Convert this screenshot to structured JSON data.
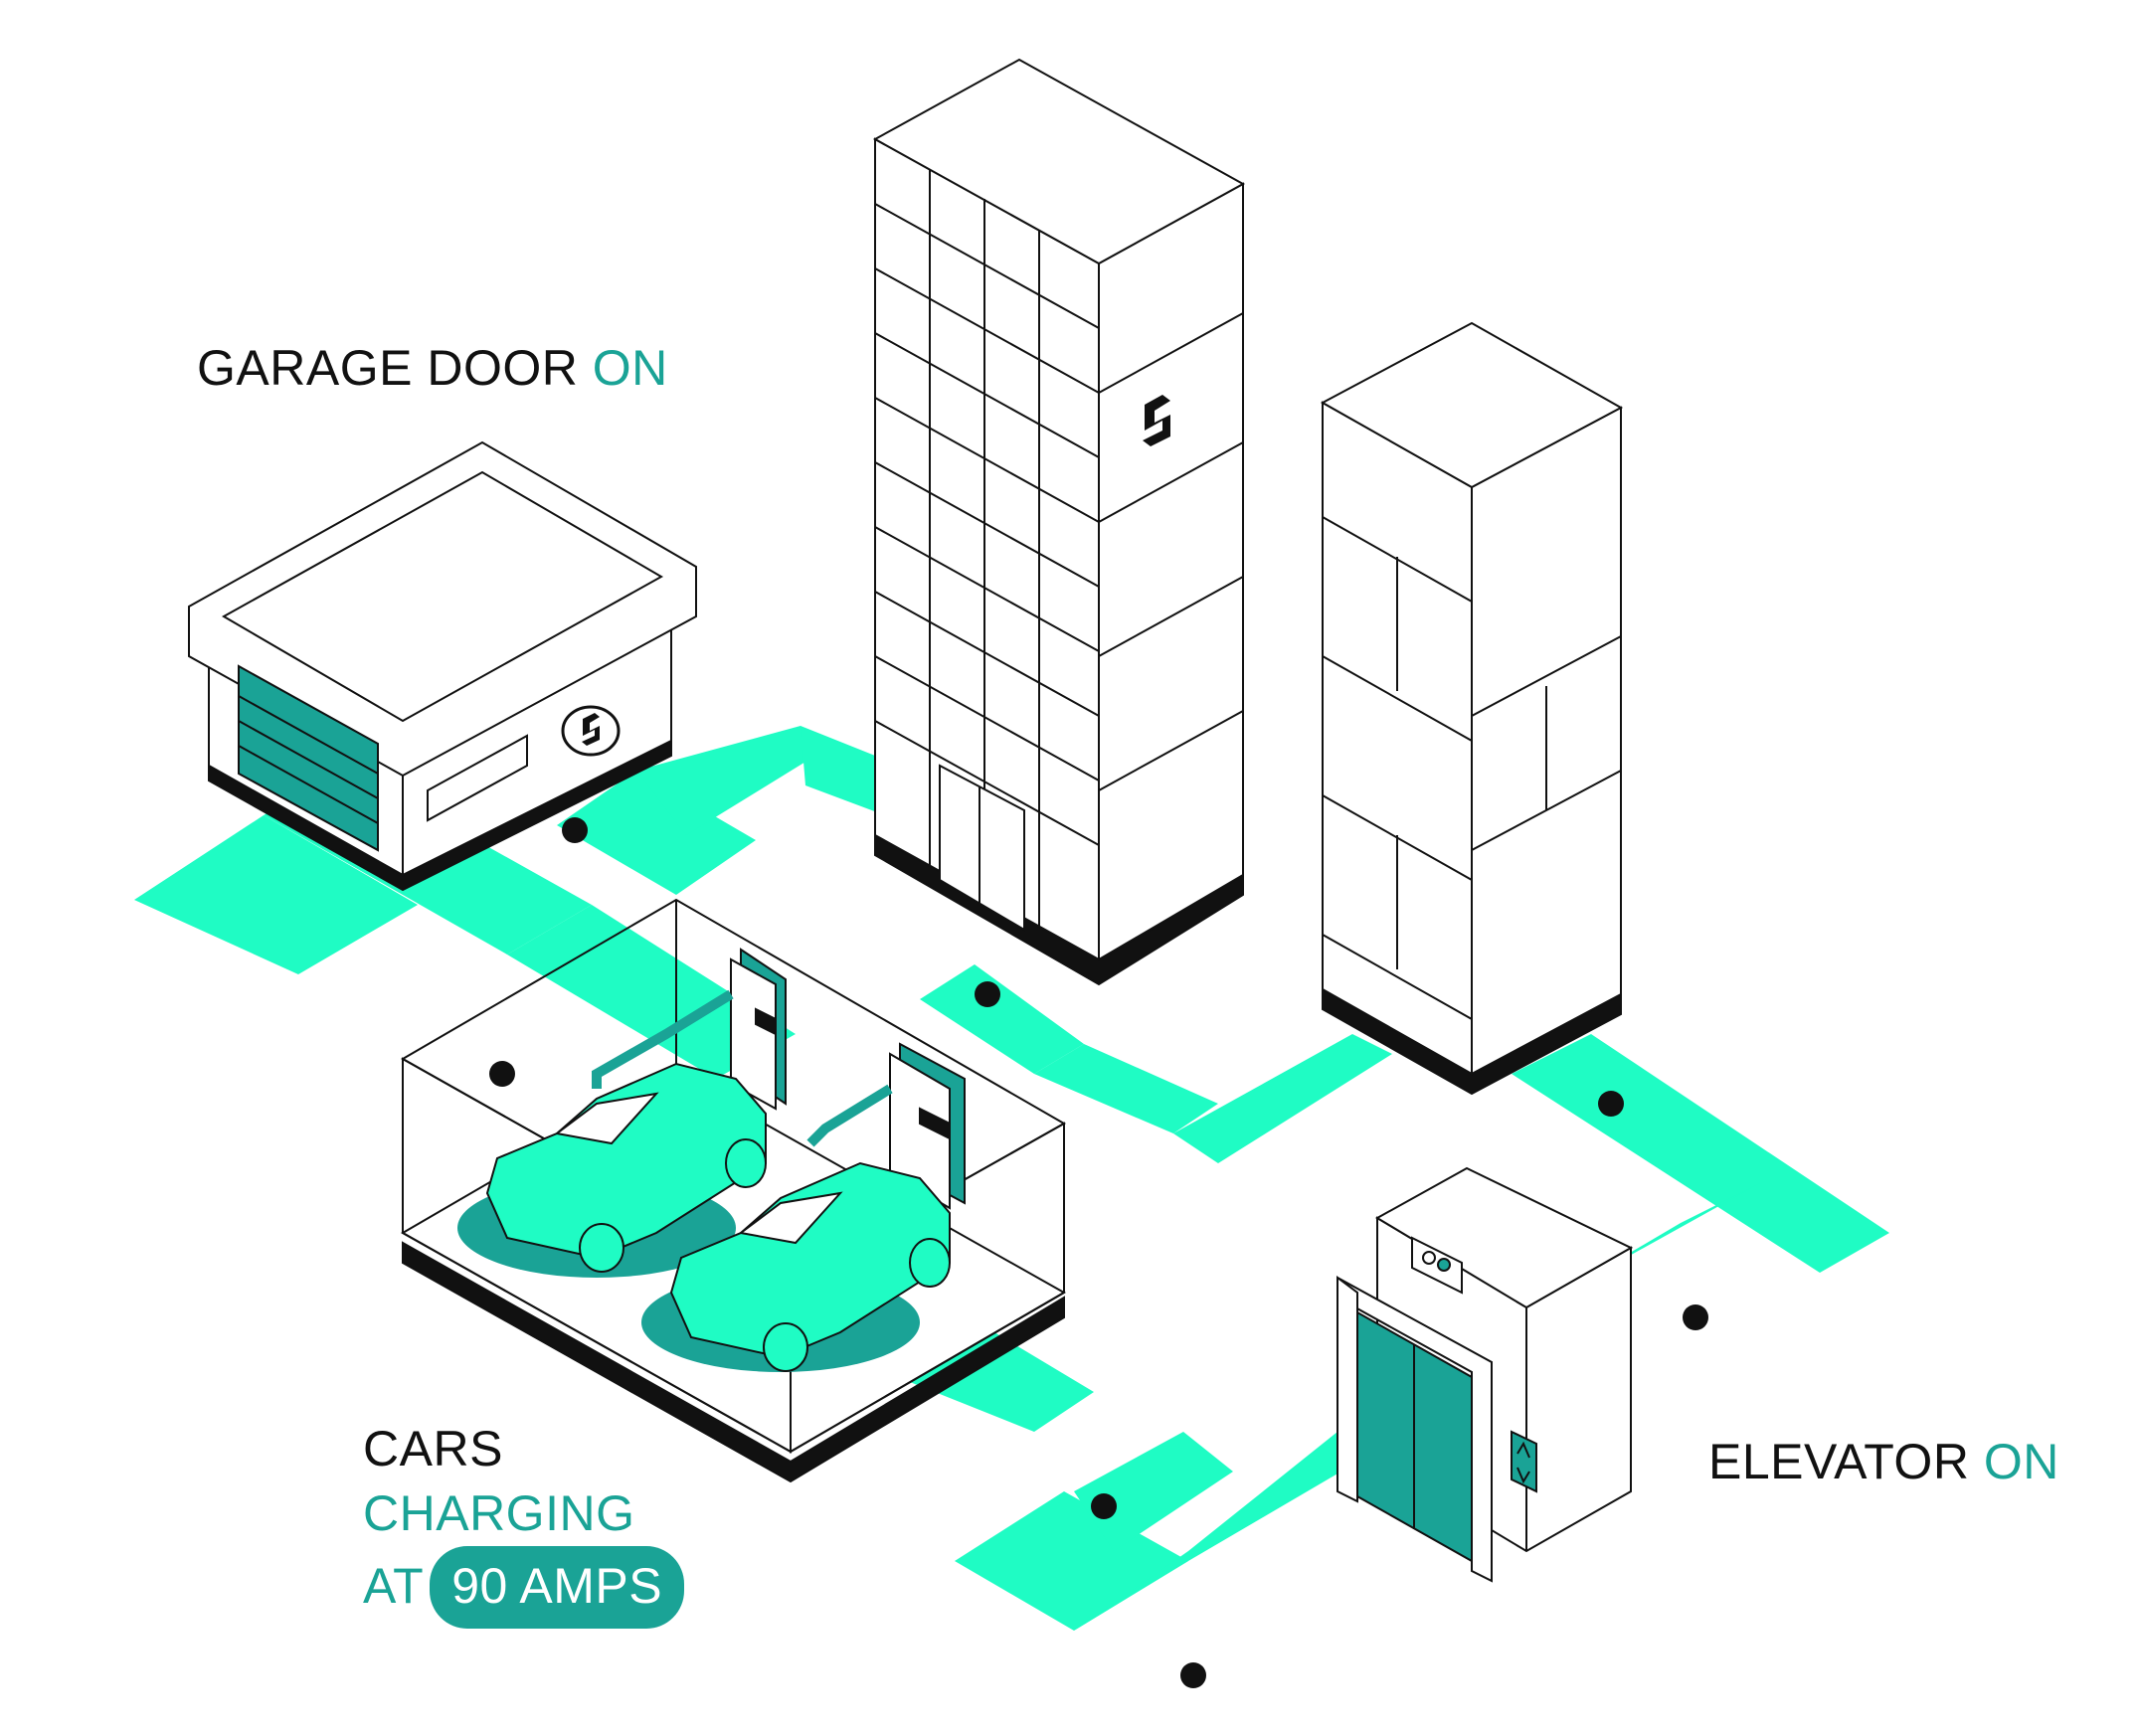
{
  "colors": {
    "path_green": "#1ffcc4",
    "teal": "#1aa396",
    "line": "#111111",
    "background": "#ffffff"
  },
  "labels": {
    "garage": {
      "title": "GARAGE DOOR",
      "status": "ON"
    },
    "elevator": {
      "title": "ELEVATOR",
      "status": "ON"
    },
    "cars": {
      "title": "CARS",
      "status": "CHARGING",
      "prefix": "AT",
      "value": "90 AMPS"
    }
  },
  "icons": [
    "logo-icon",
    "elevator-arrows-icon",
    "connection-node-icon"
  ]
}
